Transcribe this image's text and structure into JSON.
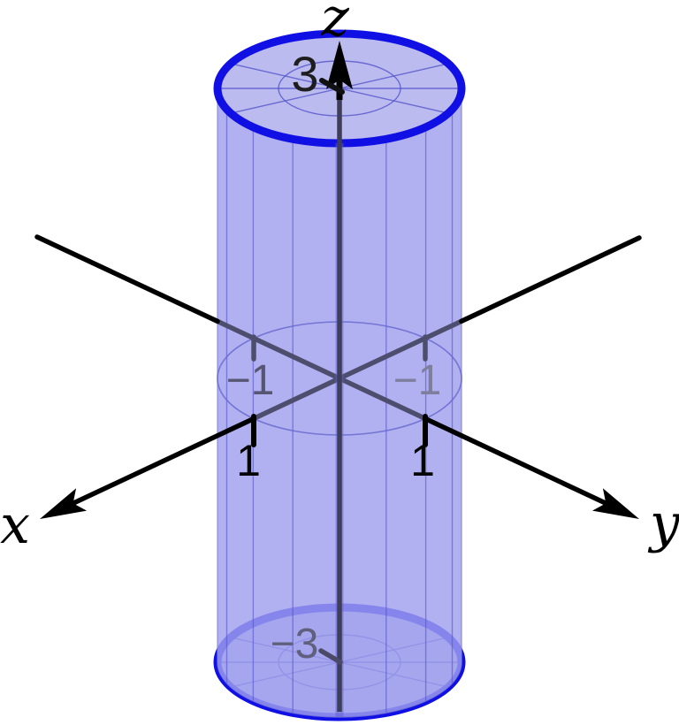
{
  "figure": {
    "axes": {
      "x_label": "x",
      "y_label": "y",
      "z_label": "z"
    },
    "tick_labels": {
      "z_top": "3",
      "z_bottom": "−3",
      "x_front": "1",
      "x_back": "−1",
      "y_front": "1",
      "y_back": "−1"
    },
    "colors": {
      "rim_blue": "#1010e4",
      "surface_lavender": "rgba(160,160,238,0.82)",
      "cap_fill": "#bbbbef",
      "grid_blue": "#5a5acc",
      "axis_black": "#000000",
      "axis_dimmed": "#4d4d6d",
      "z_axis_dimmed": "#3e3e5a",
      "dim_label_left": "#565672",
      "dim_label_right": "#7e7e9e",
      "dim_label_bottom": "#60607e",
      "background": "#ffffff"
    }
  }
}
